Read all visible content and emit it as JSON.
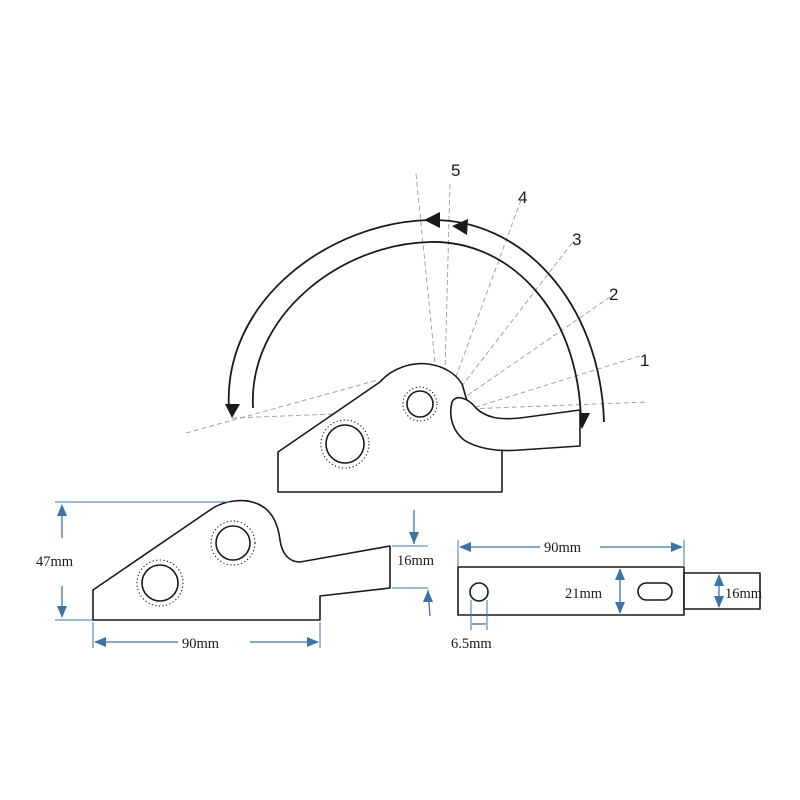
{
  "position_labels": [
    "1",
    "2",
    "3",
    "4",
    "5"
  ],
  "dimensions": {
    "side_height": "47mm",
    "side_length": "90mm",
    "tab_thickness": "16mm",
    "top_length": "90mm",
    "top_width": "21mm",
    "hole_diameter": "6.5mm",
    "tab_width": "16mm"
  },
  "colors": {
    "outline": "#1a1a1a",
    "dimension_line": "#3d74a8",
    "guide_line": "#9a9a9a"
  }
}
